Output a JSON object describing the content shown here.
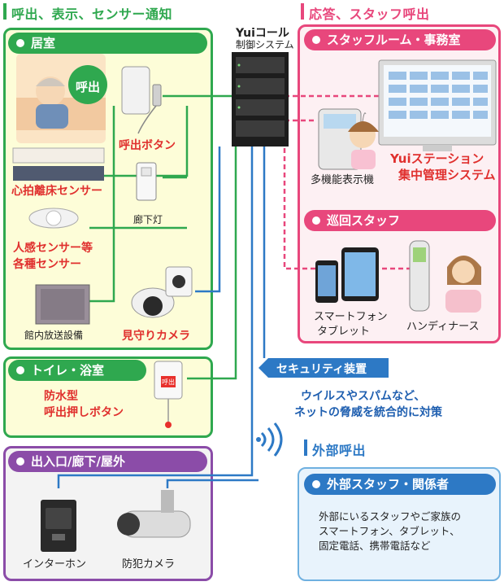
{
  "colors": {
    "green": "#2fa84f",
    "pink": "#e8477c",
    "purple": "#8b4ca8",
    "blue": "#2d79c5",
    "light_green": "#fdfdd8",
    "light_pink": "#fdf0f3",
    "light_blue": "#e8f3fc",
    "light_purple": "#f3f3f3"
  },
  "left_header": "呼出、表示、センサー通知",
  "right_header": "応答、スタッフ呼出",
  "system": {
    "brand": "Yuiコール",
    "name": "制御システム"
  },
  "rooms": {
    "title": "居室",
    "callout": "呼出",
    "call_button": "呼出ボタン",
    "heartbeat_sensor": "心拍離床センサー",
    "corridor_light": "廊下灯",
    "motion_sensor_line1": "人感センサー等",
    "motion_sensor_line2": "各種センサー",
    "broadcast": "館内放送設備",
    "camera": "見守りカメラ"
  },
  "toilet": {
    "title": "トイレ・浴室",
    "label_line1": "防水型",
    "label_line2": "呼出押しボタン",
    "device_text": "呼出"
  },
  "entrance": {
    "title": "出入口/廊下/屋外",
    "intercom": "インターホン",
    "security_camera": "防犯カメラ"
  },
  "staff_room": {
    "title": "スタッフルーム・事務室",
    "phone": "多機能表示機",
    "station_line1": "Yuiステーション",
    "station_line2": "集中管理システム"
  },
  "patrol": {
    "title": "巡回スタッフ",
    "smartphone_line1": "スマートフォン",
    "smartphone_line2": "タブレット",
    "handy": "ハンディナース"
  },
  "security": {
    "title": "セキュリティ装置",
    "desc_line1": "ウイルスやスパムなど、",
    "desc_line2": "ネットの脅威を統合的に対策"
  },
  "external": {
    "header": "外部呼出",
    "title": "外部スタッフ・関係者",
    "desc_line1": "外部にいるスタッフやご家族の",
    "desc_line2": "スマートフォン、タブレット、",
    "desc_line3": "固定電話、携帯電話など"
  }
}
